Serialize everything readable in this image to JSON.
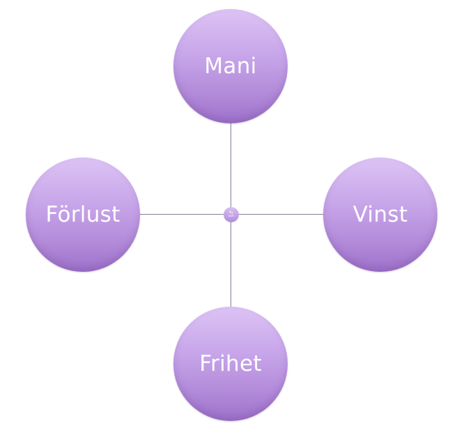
{
  "diagram": {
    "center": {
      "line1": "Ny",
      "line2": "och"
    },
    "nodes": {
      "top": "Mani",
      "left": "Förlust",
      "right": "Vinst",
      "bottom": "Frihet"
    }
  },
  "colors": {
    "node_top": "#dcc3f4",
    "node_bottom": "#9e72cb",
    "connector": "#8a7a9a",
    "label": "#ffffff"
  }
}
